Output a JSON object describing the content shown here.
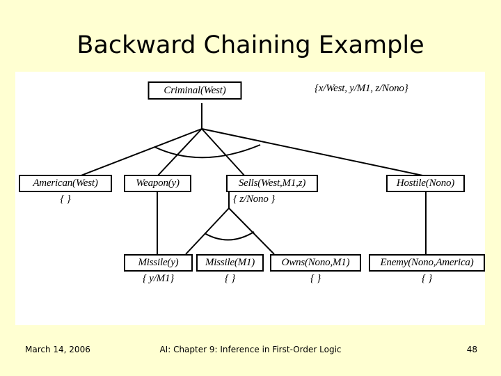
{
  "slide": {
    "title": "Backward Chaining Example",
    "background_color": "#ffffd2",
    "panel_color": "#ffffff"
  },
  "diagram": {
    "root": {
      "label": "Criminal(West)",
      "binding": "{x/West, y/M1, z/Nono}"
    },
    "level2": [
      {
        "label": "American(West)",
        "binding": "{ }"
      },
      {
        "label": "Weapon(y)",
        "binding": ""
      },
      {
        "label": "Sells(West,M1,z)",
        "binding": "{ z/Nono }"
      },
      {
        "label": "Hostile(Nono)",
        "binding": ""
      }
    ],
    "level3": [
      {
        "label": "Missile(y)",
        "binding": "{ y/M1}"
      },
      {
        "label": "Missile(M1)",
        "binding": "{ }"
      },
      {
        "label": "Owns(Nono,M1)",
        "binding": "{ }"
      },
      {
        "label": "Enemy(Nono,America)",
        "binding": "{ }"
      }
    ]
  },
  "footer": {
    "date": "March 14, 2006",
    "center": "AI: Chapter 9: Inference in First-Order Logic",
    "page": "48"
  }
}
